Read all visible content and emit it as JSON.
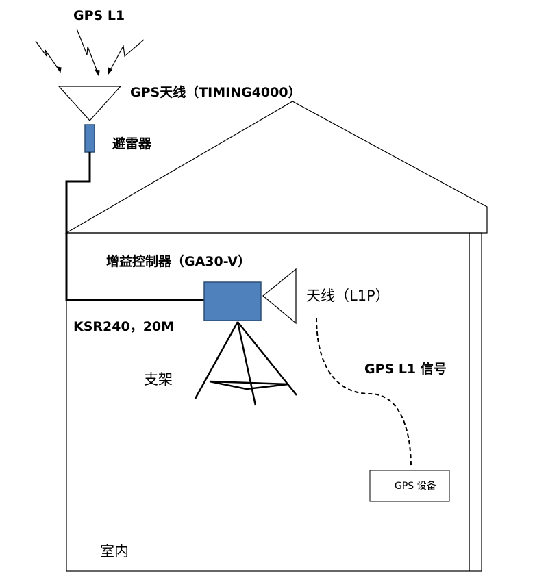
{
  "labels": {
    "gps_signal": "GPS L1",
    "gps_antenna": "GPS天线（TIMING4000）",
    "lightning_arrester": "避雷器",
    "gain_controller": "增益控制器（GA30-V）",
    "cable": "KSR240，20M",
    "indoor_antenna": "天线（L1P）",
    "indoor_signal": "GPS L1 信号",
    "stand": "支架",
    "gps_device": "GPS 设备",
    "indoor": "室内"
  },
  "colors": {
    "device_fill": "#4f81bd",
    "device_stroke": "#2c4d75",
    "line": "#000000"
  }
}
